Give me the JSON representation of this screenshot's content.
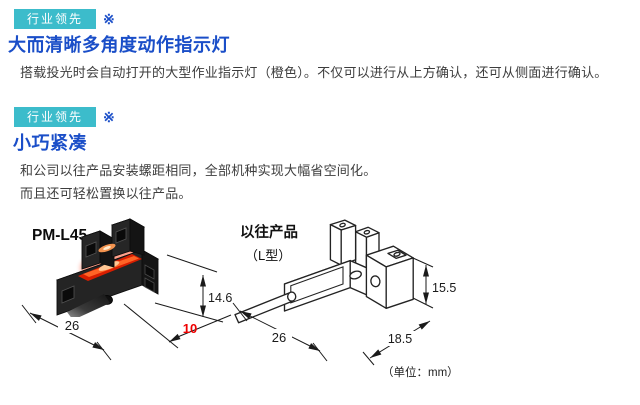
{
  "colors": {
    "badge_bg": "#3CBCCB",
    "badge_text": "#FFFFFF",
    "accent_blue": "#1A4EC8",
    "body_text": "#3D3D3D",
    "dim_red": "#EE0000",
    "line_dark": "#1A1A1A"
  },
  "sections": [
    {
      "badge": "行业领先",
      "mark": "※",
      "heading": "大而清晰多角度动作指示灯",
      "body": [
        "搭载投光时会自动打开的大型作业指示灯（橙色）。不仅可以进行从上方确认，还可从侧面进行确认。"
      ]
    },
    {
      "badge": "行业领先",
      "mark": "※",
      "heading": "小巧紧凑",
      "body": [
        "和公司以往产品安装螺距相同，全部机种实现大幅省空间化。",
        "而且还可轻松置换以往产品。"
      ]
    }
  ],
  "diagrams": {
    "left": {
      "label": "PM-L45",
      "width_mm": "26",
      "height_mm": "14.6",
      "pitch_mm": "10"
    },
    "right": {
      "label": "以往产品",
      "sublabel": "（L型）",
      "width_mm": "26",
      "depth_mm": "18.5",
      "height_mm": "15.5"
    },
    "unit_note": "（单位：mm）"
  }
}
